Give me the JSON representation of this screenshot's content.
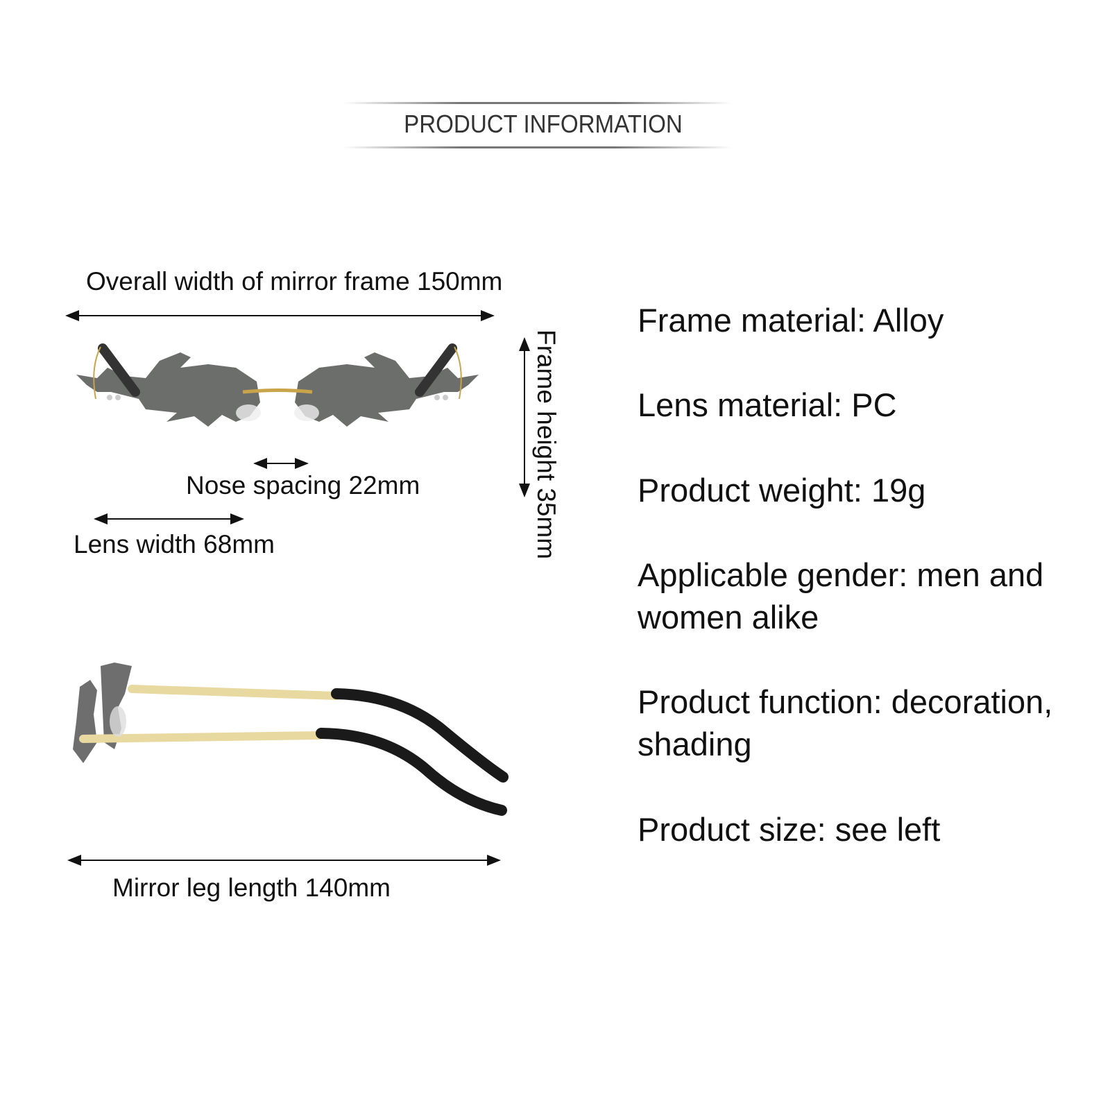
{
  "header": {
    "title": "PRODUCT INFORMATION"
  },
  "dimensions": {
    "overall_width": "Overall width of mirror frame 150mm",
    "nose_spacing": "Nose spacing 22mm",
    "lens_width": "Lens width 68mm",
    "frame_height": "Frame height 35mm",
    "leg_length": "Mirror leg length 140mm"
  },
  "specs": [
    "Frame material: Alloy",
    "Lens material: PC",
    "Product weight: 19g",
    "Applicable gender: men and women alike",
    "Product function: decoration, shading",
    "Product size: see left"
  ],
  "colors": {
    "lens": "#6b6e6a",
    "metal": "#e8d9a0",
    "tip": "#1a1a1a"
  }
}
